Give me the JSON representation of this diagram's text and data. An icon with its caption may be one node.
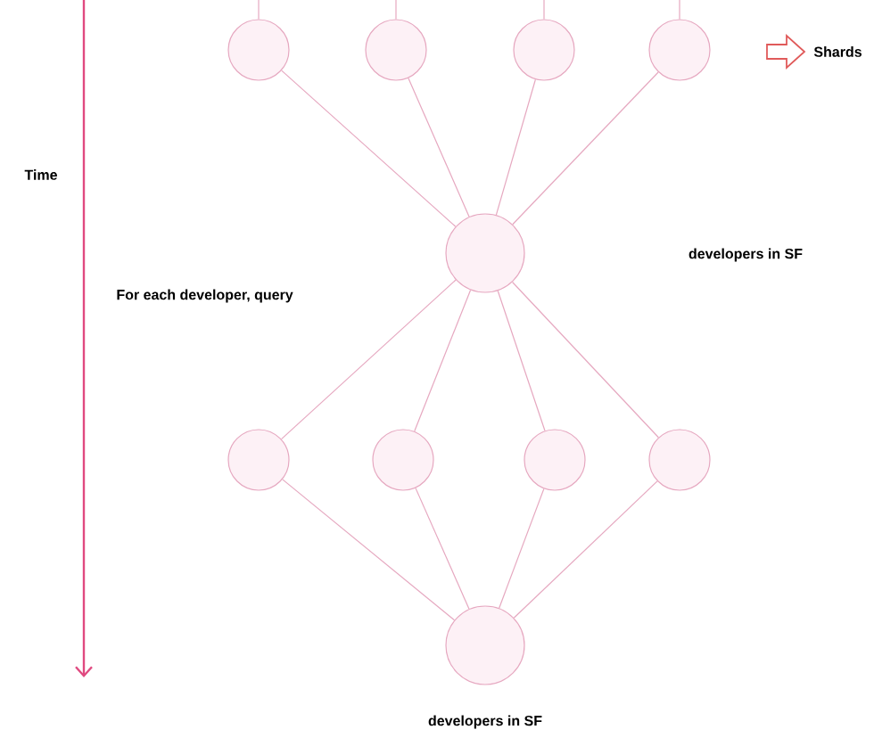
{
  "diagram": {
    "nodes": [
      {
        "text": [],
        "shape": "circle"
      },
      {
        "text": [],
        "shape": "circle"
      },
      {
        "text": [],
        "shape": "circle"
      },
      {
        "text": [],
        "shape": "circle"
      },
      {
        "text": [],
        "shape": "circle"
      },
      {
        "text": [],
        "shape": "circle"
      },
      {
        "text": [],
        "shape": "circle"
      },
      {
        "text": [],
        "shape": "circle"
      },
      {
        "text": [],
        "shape": "circle"
      },
      {
        "text": [],
        "shape": "circle"
      }
    ],
    "edges": [
      {
        "from": null,
        "to": 0,
        "arrow": "none"
      },
      {
        "from": null,
        "to": 1,
        "arrow": "none"
      },
      {
        "from": null,
        "to": 2,
        "arrow": "none"
      },
      {
        "from": null,
        "to": 3,
        "arrow": "none"
      },
      {
        "from": 0,
        "to": 4,
        "arrow": "none"
      },
      {
        "from": 1,
        "to": 4,
        "arrow": "none"
      },
      {
        "from": 2,
        "to": 4,
        "arrow": "none"
      },
      {
        "from": 3,
        "to": 4,
        "arrow": "none"
      },
      {
        "from": 4,
        "to": 5,
        "arrow": "none"
      },
      {
        "from": 4,
        "to": 6,
        "arrow": "none"
      },
      {
        "from": 4,
        "to": 7,
        "arrow": "none"
      },
      {
        "from": 4,
        "to": 8,
        "arrow": "none"
      },
      {
        "from": 5,
        "to": 9,
        "arrow": "none"
      },
      {
        "from": 6,
        "to": 9,
        "arrow": "none"
      },
      {
        "from": 7,
        "to": 9,
        "arrow": "none"
      },
      {
        "from": 8,
        "to": 9,
        "arrow": "none"
      }
    ],
    "labels": [
      "Shards",
      "Time",
      "developers in SF",
      "For each developer, query",
      "developers in SF"
    ]
  }
}
